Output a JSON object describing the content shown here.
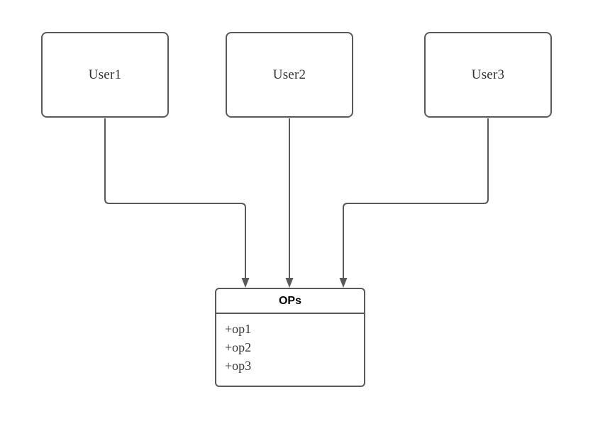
{
  "diagram": {
    "type": "uml-like flow diagram",
    "background": "#ffffff"
  },
  "nodes": [
    {
      "id": "user1",
      "label": "User1"
    },
    {
      "id": "user2",
      "label": "User2"
    },
    {
      "id": "user3",
      "label": "User3"
    }
  ],
  "class_box": {
    "title": "OPs",
    "operations": [
      "+op1",
      "+op2",
      "+op3"
    ]
  },
  "edges": [
    {
      "from": "user1",
      "to": "OPs",
      "style": "orthogonal, solid arrowhead"
    },
    {
      "from": "user2",
      "to": "OPs",
      "style": "straight, solid arrowhead"
    },
    {
      "from": "user3",
      "to": "OPs",
      "style": "orthogonal, solid arrowhead"
    }
  ],
  "colors": {
    "stroke": "#595959",
    "node_fill": "#ffffff",
    "label_text": "#333333",
    "title_text": "#000000",
    "background": "#ffffff"
  }
}
